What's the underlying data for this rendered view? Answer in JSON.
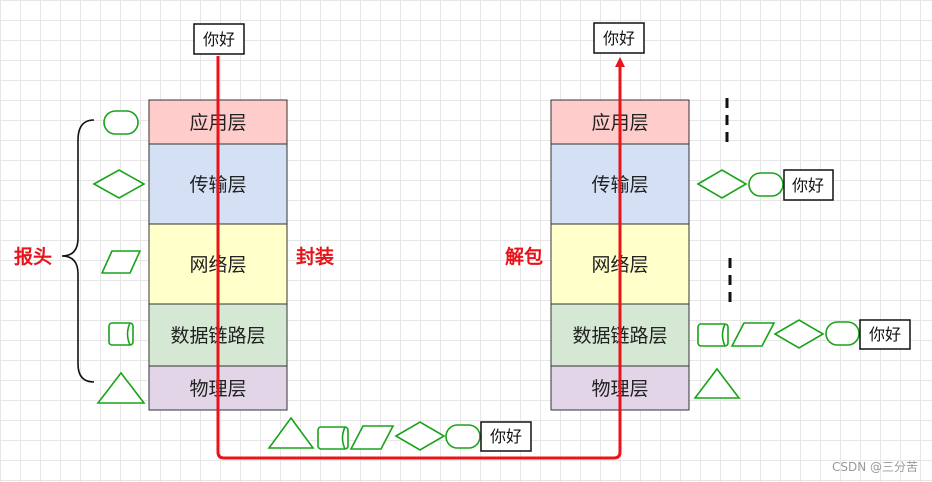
{
  "layers": [
    {
      "label": "应用层",
      "color": "#ffcccc"
    },
    {
      "label": "传输层",
      "color": "#d4e1f5"
    },
    {
      "label": "网络层",
      "color": "#ffffc9"
    },
    {
      "label": "数据链路层",
      "color": "#d5e8d4"
    },
    {
      "label": "物理层",
      "color": "#e1d5e7"
    }
  ],
  "message": "你好",
  "labels": {
    "header": "报头",
    "encapsulate": "封装",
    "decapsulate": "解包"
  },
  "colors": {
    "arrow": "#e8141a",
    "shape_stroke": "#19a319"
  },
  "watermark": "CSDN @三分苦"
}
